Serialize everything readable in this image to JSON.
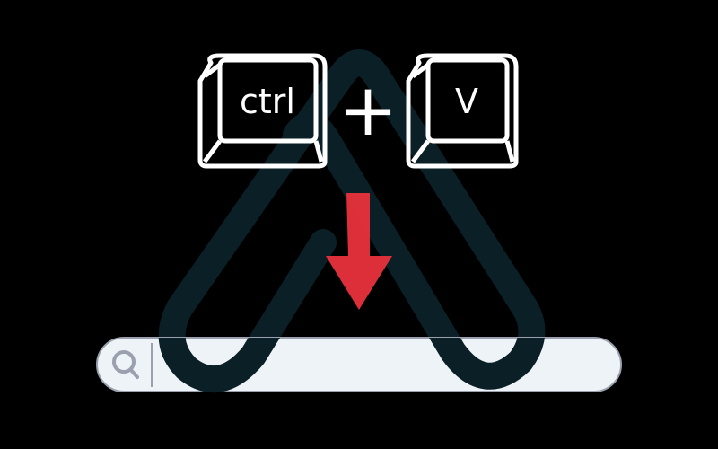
{
  "keys": {
    "first": "ctrl",
    "plus": "+",
    "second": "V"
  },
  "search": {
    "placeholder": ""
  },
  "icons": {
    "search": "search-icon",
    "arrow": "arrow-down-icon",
    "logo": "watermark-logo"
  },
  "colors": {
    "background": "#000000",
    "arrow": "#e8323c",
    "search_bg": "#eef3f7",
    "search_border": "#9aa0ad",
    "logo_dark": "#0a1f26",
    "logo_light": "#c6e2ea"
  }
}
